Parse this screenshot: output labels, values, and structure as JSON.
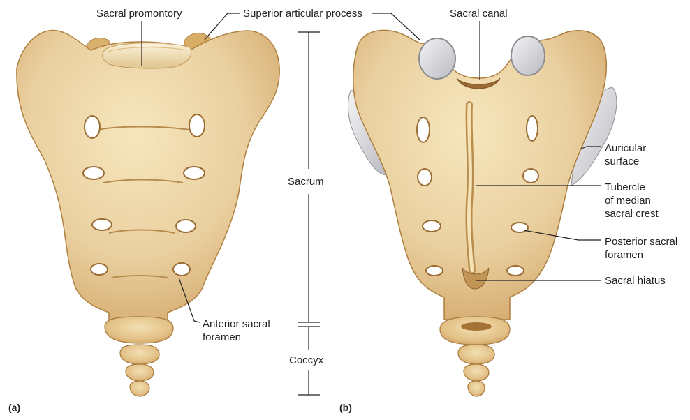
{
  "panels": [
    {
      "tag": "(a)",
      "labels": {
        "sacral_promontory": "Sacral promontory",
        "superior_articular_process": "Superior articular process",
        "anterior_sacral_foramen": [
          "Anterior sacral",
          "foramen"
        ]
      }
    },
    {
      "tag": "(b)",
      "labels": {
        "sacral_canal": "Sacral canal",
        "auricular_surface": [
          "Auricular",
          "surface"
        ],
        "tubercle_median_sacral_crest": [
          "Tubercle",
          "of median",
          "sacral crest"
        ],
        "posterior_sacral_foramen": [
          "Posterior sacral",
          "foramen"
        ],
        "sacral_hiatus": "Sacral hiatus"
      }
    }
  ],
  "regions": {
    "sacrum": "Sacrum",
    "coccyx": "Coccyx"
  },
  "colors": {
    "bone_light": "#f3dfae",
    "bone_mid": "#e4c283",
    "bone_dark": "#c79a55",
    "bone_shadow": "#a9793d",
    "cartilage": "#d7d8dc",
    "leader_line": "#231f20"
  }
}
